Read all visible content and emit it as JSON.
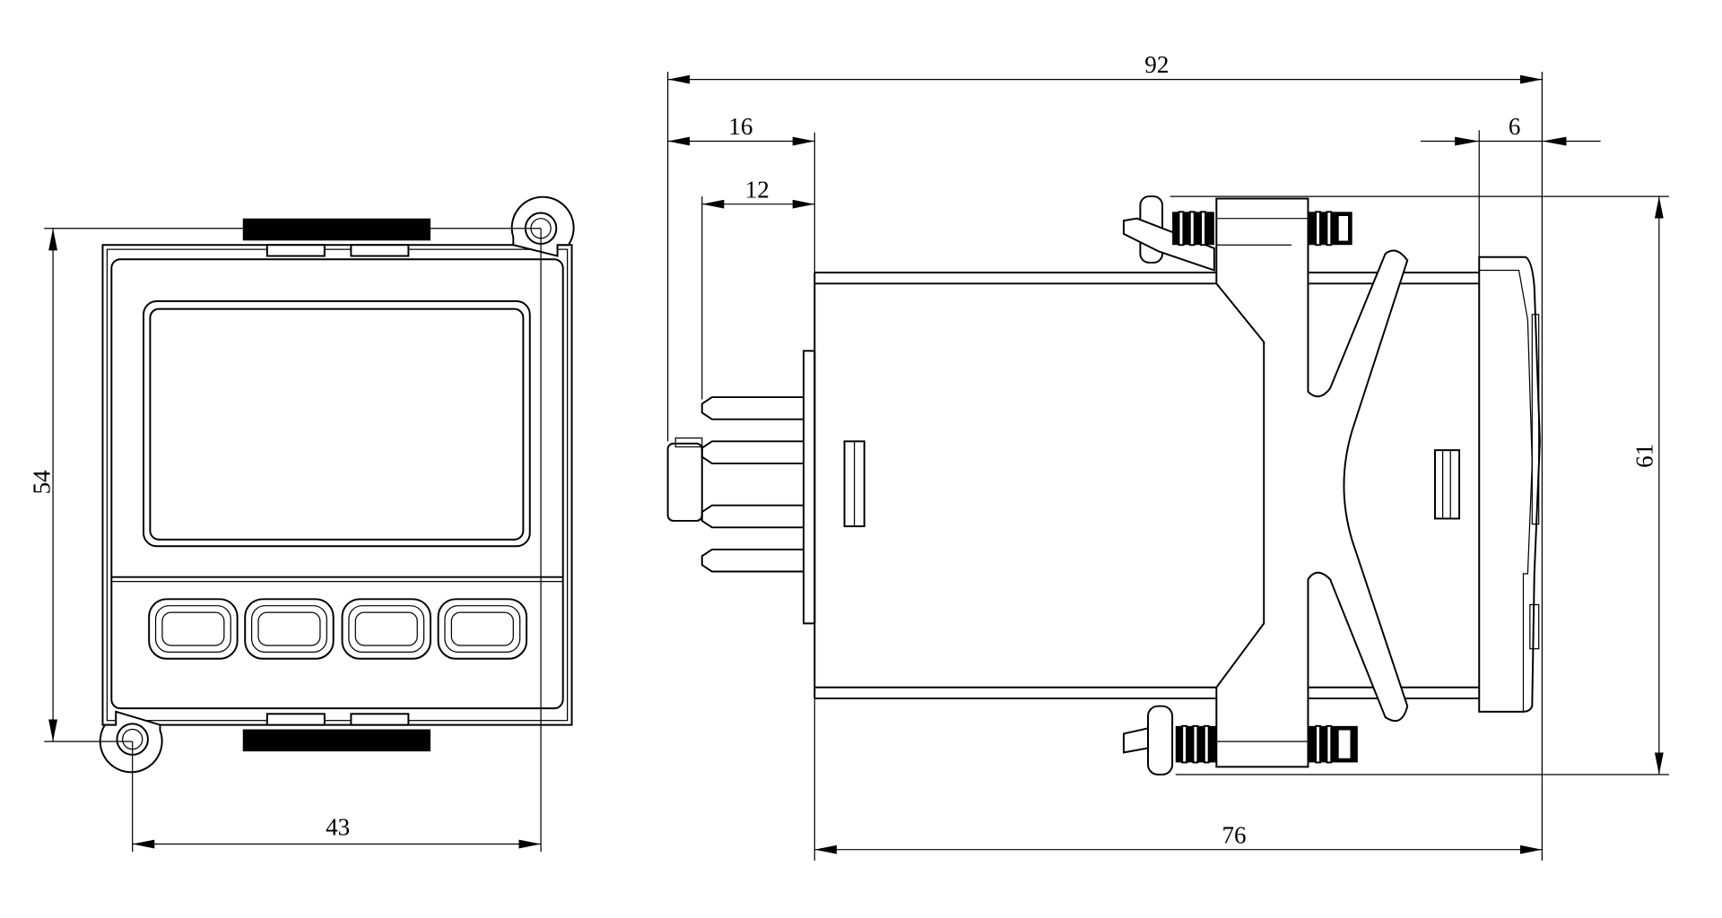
{
  "title": "Device dimensional drawing (front and side view)",
  "front_view": {
    "dimensions": {
      "height": "54",
      "width": "43"
    },
    "button_count": 4
  },
  "side_view": {
    "dimensions": {
      "overall_length": "92",
      "pin_to_panel": "16",
      "pin_length": "12",
      "bezel_depth": "6",
      "bracket_height": "61",
      "body_depth": "76"
    }
  },
  "colors": {
    "line": "#000000",
    "background": "#ffffff"
  }
}
